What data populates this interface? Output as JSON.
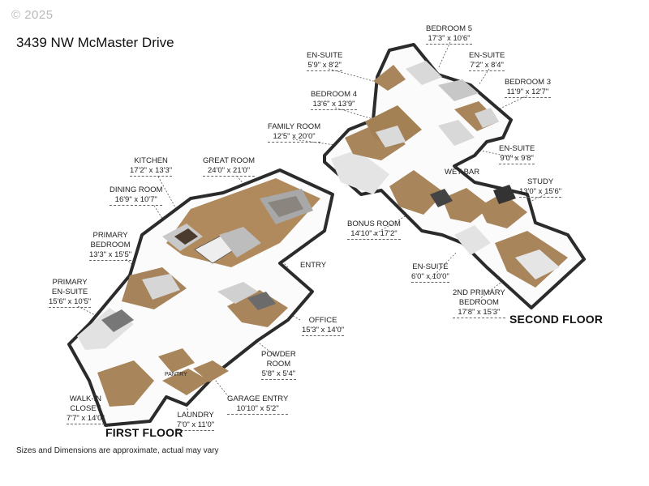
{
  "copyright": "© 2025",
  "address": "3439 NW McMaster Drive",
  "footnote": "Sizes and Dimensions are approximate, actual may vary",
  "floors": {
    "first": "FIRST FLOOR",
    "second": "SECOND FLOOR"
  },
  "rooms": {
    "kitchen": {
      "name": "KITCHEN",
      "dim": "17'2\" x 13'3\""
    },
    "great_room": {
      "name": "GREAT ROOM",
      "dim": "24'0\" x 21'0\""
    },
    "dining_room": {
      "name": "DINING ROOM",
      "dim": "16'9\" x 10'7\""
    },
    "primary_bedroom": {
      "name": "PRIMARY",
      "name2": "BEDROOM",
      "dim": "13'3\" x 15'5\""
    },
    "primary_ensuite": {
      "name": "PRIMARY",
      "name2": "EN-SUITE",
      "dim": "15'6\" x 10'5\""
    },
    "entry": {
      "name": "ENTRY"
    },
    "office": {
      "name": "OFFICE",
      "dim": "15'3\" x 14'0\""
    },
    "powder_room": {
      "name": "POWDER",
      "name2": "ROOM",
      "dim": "5'8\" x 5'4\""
    },
    "garage_entry": {
      "name": "GARAGE ENTRY",
      "dim": "10'10\" x 5'2\""
    },
    "laundry": {
      "name": "LAUNDRY",
      "dim": "7'0\" x 11'0\""
    },
    "walkin_closet": {
      "name": "WALK-IN",
      "name2": "CLOSET",
      "dim": "7'7\" x 14'0\""
    },
    "pantry": {
      "name": "PANTRY"
    },
    "bedroom5": {
      "name": "BEDROOM 5",
      "dim": "17'3\" x 10'6\""
    },
    "ensuite_b4": {
      "name": "EN-SUITE",
      "dim": "5'9\" x 8'2\""
    },
    "ensuite_b5": {
      "name": "EN-SUITE",
      "dim": "7'2\" x 8'4\""
    },
    "bedroom4": {
      "name": "BEDROOM 4",
      "dim": "13'6\" x 13'9\""
    },
    "bedroom3": {
      "name": "BEDROOM 3",
      "dim": "11'9\" x 12'7\""
    },
    "family_room": {
      "name": "FAMILY ROOM",
      "dim": "12'5\" x 20'0\""
    },
    "ensuite_b3": {
      "name": "EN-SUITE",
      "dim": "9'0\" x 9'8\""
    },
    "wet_bar": {
      "name": "WET BAR"
    },
    "study": {
      "name": "STUDY",
      "dim": "13'0\" x 15'6\""
    },
    "bonus_room": {
      "name": "BONUS ROOM",
      "dim": "14'10\" x 17'2\""
    },
    "ensuite_2p": {
      "name": "EN-SUITE",
      "dim": "6'0\" x 10'0\""
    },
    "second_primary": {
      "name": "2ND PRIMARY",
      "name2": "BEDROOM",
      "dim": "17'8\" x 15'3\""
    }
  }
}
